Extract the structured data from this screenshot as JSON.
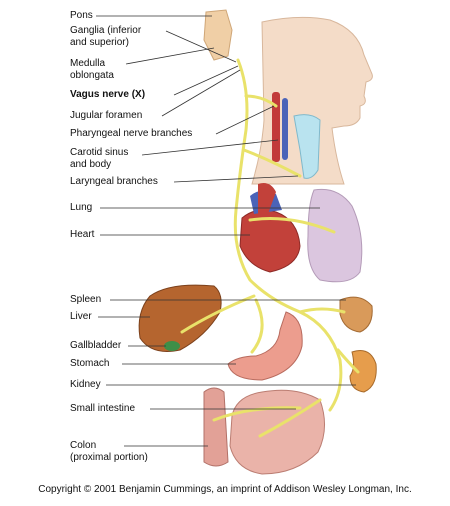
{
  "labels": {
    "pons": "Pons",
    "ganglia_l1": "Ganglia (inferior",
    "ganglia_l2": "and superior)",
    "medulla_l1": "Medulla",
    "medulla_l2": "oblongata",
    "vagus": "Vagus nerve (X)",
    "jugular": "Jugular foramen",
    "pharyngeal": "Pharyngeal nerve branches",
    "carotid_l1": "Carotid sinus",
    "carotid_l2": "and body",
    "laryngeal": "Laryngeal branches",
    "lung": "Lung",
    "heart": "Heart",
    "spleen": "Spleen",
    "liver": "Liver",
    "gallbladder": "Gallbladder",
    "stomach": "Stomach",
    "kidney": "Kidney",
    "small_intestine": "Small intestine",
    "colon_l1": "Colon",
    "colon_l2": "(proximal portion)"
  },
  "copyright": "Copyright © 2001 Benjamin Cummings, an imprint of Addison Wesley Longman, Inc.",
  "colors": {
    "nerve": "#e9e26a",
    "skin": "#f4dcc8",
    "liver": "#b5652f",
    "heart": "#c2413a",
    "lung": "#dbc6df",
    "stomach": "#ec9d8e",
    "intestine": "#eab3a9",
    "kidney": "#e69d4c",
    "spleen": "#d99a5a",
    "artery": "#c23a3a",
    "vein": "#4a63b8",
    "airway": "#b9e3ef",
    "leader": "#333333"
  }
}
